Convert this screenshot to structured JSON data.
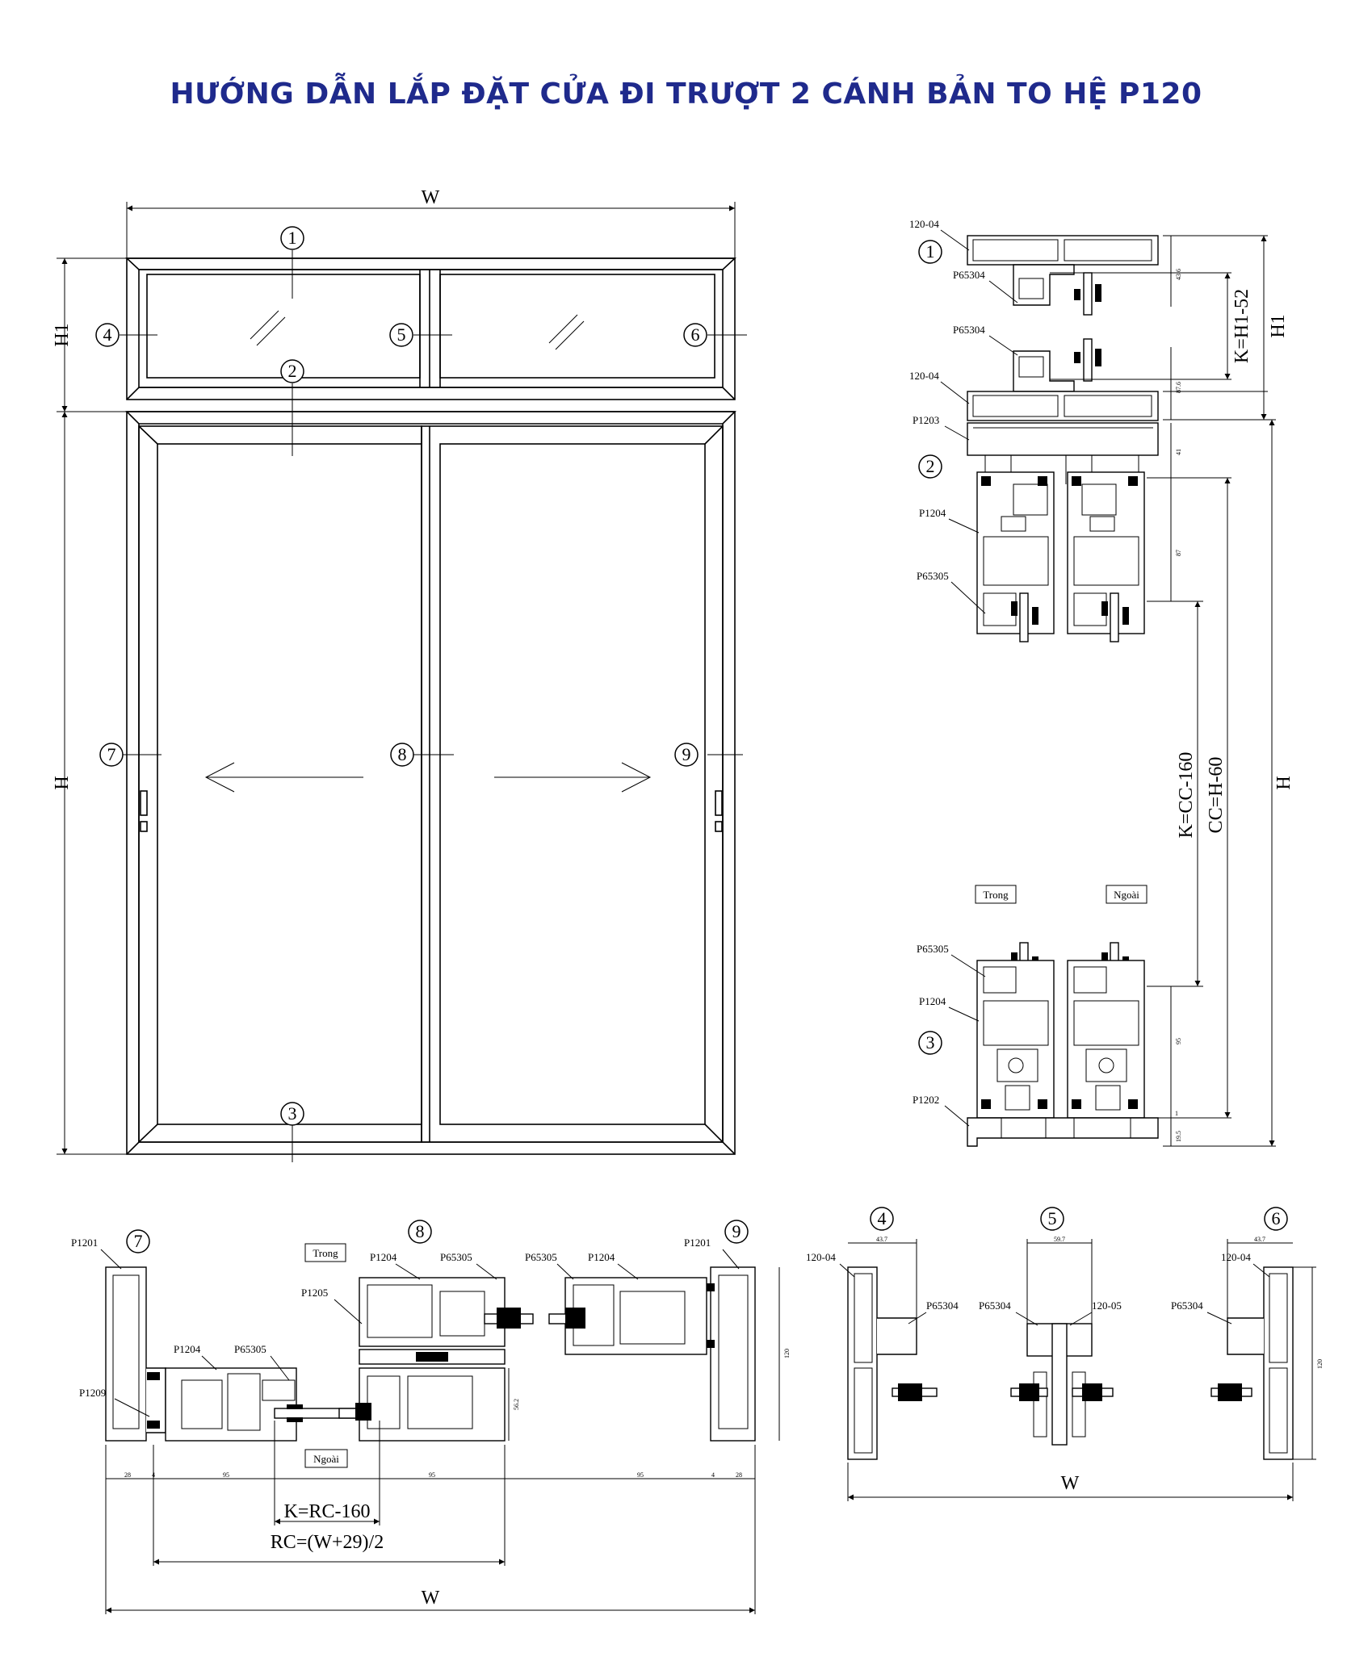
{
  "title": "HƯỚNG DẪN LẮP ĐẶT CỬA ĐI TRƯỢT 2 CÁNH BẢN TO HỆ P120",
  "elevation": {
    "width_label": "W",
    "h1_label": "H1",
    "h_label": "H",
    "markers": [
      "1",
      "2",
      "3",
      "4",
      "5",
      "6",
      "7",
      "8",
      "9"
    ]
  },
  "vertical_section": {
    "labels": [
      "120-04",
      "P65304",
      "P65304",
      "120-04",
      "P1203",
      "P1204",
      "P65305",
      "P65305",
      "P1204",
      "P1202"
    ],
    "markers": [
      "1",
      "2",
      "3"
    ],
    "inner_label": "Trong",
    "outer_label": "Ngoài",
    "dims": [
      "K=H1-52",
      "H1",
      "K=CC-160",
      "CC=H-60",
      "H"
    ],
    "small_dims": [
      "43.6",
      "87.6",
      "41",
      "87",
      "95",
      "19.5",
      "1"
    ]
  },
  "horizontal_section": {
    "markers": [
      "7",
      "8",
      "9"
    ],
    "labels": [
      "P1201",
      "P1204",
      "P65305",
      "P1209",
      "P1205",
      "P1204",
      "P65305",
      "P65305",
      "P1204",
      "P1201"
    ],
    "inner_label": "Trong",
    "outer_label": "Ngoài",
    "small_dims": [
      "28",
      "4",
      "95",
      "95",
      "95",
      "4",
      "28",
      "56.2",
      "120"
    ],
    "dims": [
      "K=RC-160",
      "RC=(W+29)/2",
      "W"
    ]
  },
  "transom_section": {
    "markers": [
      "4",
      "5",
      "6"
    ],
    "labels": [
      "120-04",
      "P65304",
      "P65304",
      "120-05",
      "120-04",
      "P65304"
    ],
    "small_dims": [
      "43.7",
      "59.7",
      "43.7",
      "120"
    ],
    "dim_w": "W"
  }
}
